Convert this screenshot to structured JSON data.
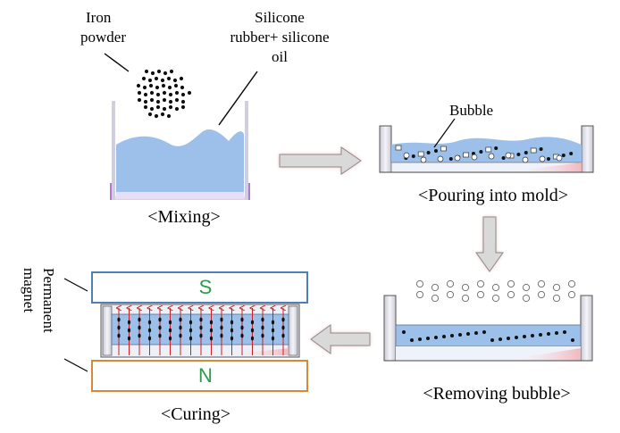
{
  "labels": {
    "iron_powder_line1": "Iron",
    "iron_powder_line2": "powder",
    "silicone_line1": "Silicone",
    "silicone_line2": "rubber+ silicone",
    "silicone_line3": "oil",
    "bubble": "Bubble",
    "permanent_line1": "Permanent",
    "permanent_line2": "magnet"
  },
  "steps": {
    "mixing": "<Mixing>",
    "pouring": "<Pouring into mold>",
    "removing": "<Removing bubble>",
    "curing": "<Curing>"
  },
  "magnet": {
    "south": "S",
    "north": "N"
  },
  "colors": {
    "liquid": "#9cc0ea",
    "arrow_fill": "#d9d9d9",
    "arrow_glow": "#f3b7b7",
    "field_line": "#cc1f1f",
    "south_border": "#4f7fb5",
    "north_border": "#d58a3a",
    "pole_text": "#2e9b4a"
  }
}
